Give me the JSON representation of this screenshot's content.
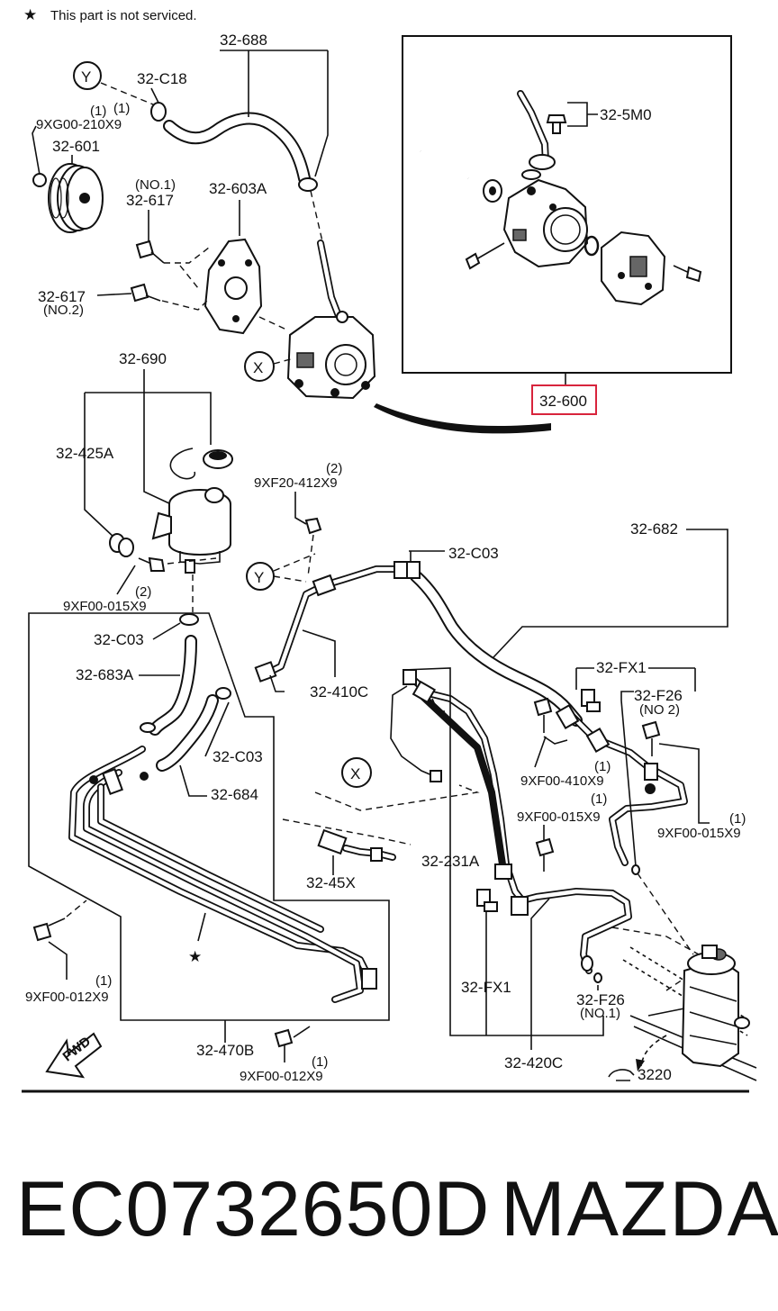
{
  "note": {
    "star_symbol": "★",
    "text": "This part is not serviced."
  },
  "callouts": {
    "c_32_688": "32-688",
    "c_32_C18": "32-C18",
    "c_32_C18_qty": "(1)",
    "c_9XG00": "9XG00-210X9",
    "c_32_601": "32-601",
    "c_no1": "(NO.1)",
    "c_32_617a": "32-617",
    "c_32_603A": "32-603A",
    "c_32_617b": "32-617",
    "c_no2": "(NO.2)",
    "c_32_5M0": "32-5M0",
    "c_32_600": "32-600",
    "c_32_690": "32-690",
    "c_32_425A": "32-425A",
    "c_9XF20_qty": "(2)",
    "c_9XF20": "9XF20-412X9",
    "c_9XF00_015_qty_a": "(2)",
    "c_9XF00_015_a": "9XF00-015X9",
    "c_32_682": "32-682",
    "c_32_C03_top": "32-C03",
    "c_32_C03_left": "32-C03",
    "c_32_683A": "32-683A",
    "c_32_410C": "32-410C",
    "c_32_FX1_top": "32-FX1",
    "c_32_F26_top": "32-F26",
    "c_no2_b": "(NO 2)",
    "c_9XF00_410_qty": "(1)",
    "c_9XF00_410": "9XF00-410X9",
    "c_32_C03_mid": "32-C03",
    "c_32_684": "32-684",
    "c_9XF00_015_qty_b": "(1)",
    "c_9XF00_015_b": "9XF00-015X9",
    "c_9XF00_015_qty_c": "(1)",
    "c_9XF00_015_c": "9XF00-015X9",
    "c_32_45X": "32-45X",
    "c_32_231A": "32-231A",
    "c_32_FX1_bot": "32-FX1",
    "c_32_F26_bot": "32-F26",
    "c_no1_b": "(NO.1)",
    "c_9XF00_012_qty_a": "(1)",
    "c_9XF00_012_a": "9XF00-012X9",
    "c_32_470B": "32-470B",
    "c_9XF00_012_qty_b": "(1)",
    "c_9XF00_012_b": "9XF00-012X9",
    "c_32_420C": "32-420C",
    "c_ref_3220": "3220",
    "c_star_mark": "★"
  },
  "markers": {
    "x_upper": "X",
    "x_lower": "X",
    "y_upper": "Y",
    "y_lower": "Y"
  },
  "fwd_label": "FWD",
  "highlight_color": "#d8243c",
  "footer": {
    "part_number": "EC0732650D",
    "brand": "MAZDA"
  }
}
